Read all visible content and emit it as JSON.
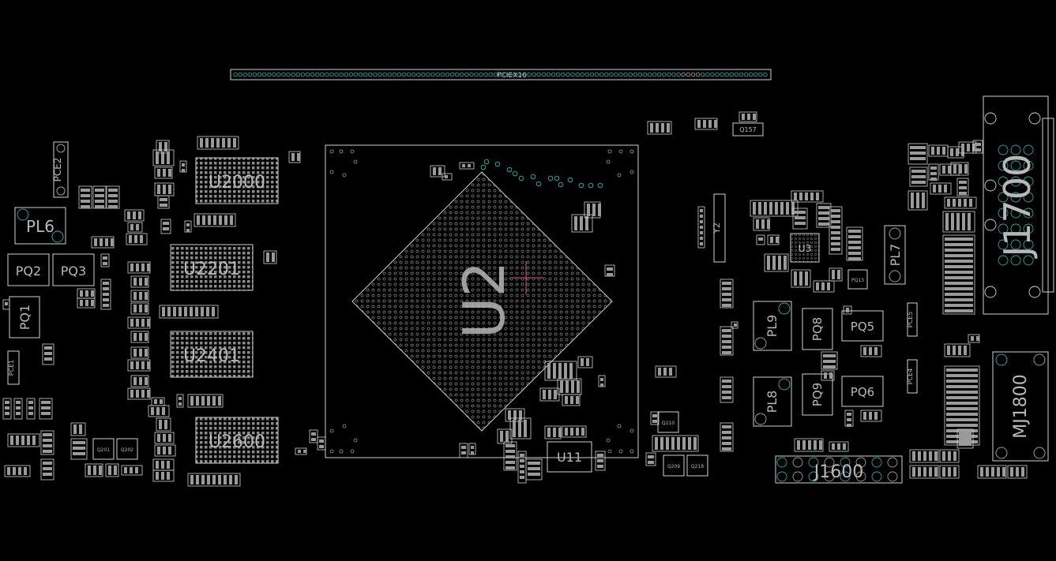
{
  "view": {
    "background": "#000000",
    "outline_color": "#d0d0d0",
    "pad_color": "#9a9a9a",
    "via_color": "#2aa3a3",
    "label_color": "#b8b8b8",
    "cursor_color": "#d05a6a"
  },
  "components": {
    "pciex16": "PCIEX16",
    "cpu": "U2",
    "u2000": "U2000",
    "u2201": "U2201",
    "u2401": "U2401",
    "u2600": "U2600",
    "u11": "U11",
    "u3": "U3",
    "pl6": "PL6",
    "pq2": "PQ2",
    "pq3": "PQ3",
    "pq1": "PQ1",
    "pce2": "PCE2",
    "pce1": "PCE1",
    "y2": "Y2",
    "pl9": "PL9",
    "pl8": "PL8",
    "pq8": "PQ8",
    "pq9": "PQ9",
    "pq5": "PQ5",
    "pq6": "PQ6",
    "pl7": "PL7",
    "pce5": "PCE5",
    "pce4": "PCE4",
    "j1600": "J1600",
    "j1700": "J1700",
    "mj1800": "MJ1800",
    "q201": "Q201",
    "q202": "Q202",
    "q210": "Q210",
    "q209": "Q209",
    "q218": "Q218",
    "q157": "Q157",
    "pq13": "PQ13"
  }
}
